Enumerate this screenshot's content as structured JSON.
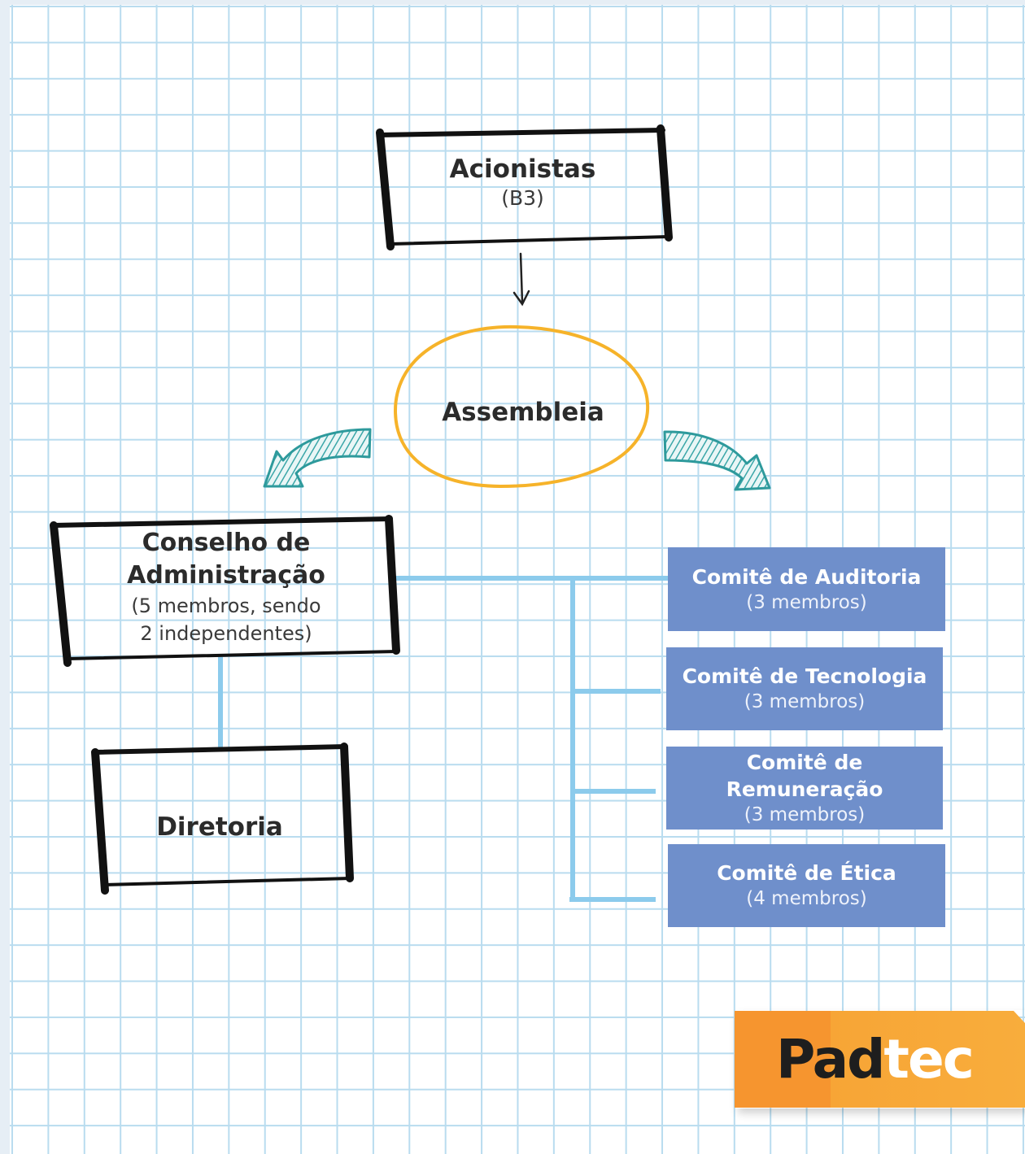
{
  "nodes": {
    "acionistas": {
      "title": "Acionistas",
      "subtitle": "(B3)"
    },
    "assembleia": {
      "title": "Assembleia"
    },
    "conselho": {
      "title_line1": "Conselho de",
      "title_line2": "Administração",
      "subtitle_line1": "(5 membros, sendo",
      "subtitle_line2": "2 independentes)"
    },
    "diretoria": {
      "title": "Diretoria"
    }
  },
  "committees": [
    {
      "title": "Comitê de Auditoria",
      "members": "(3 membros)"
    },
    {
      "title": "Comitê de Tecnologia",
      "members": "(3 membros)"
    },
    {
      "title": "Comitê de Remuneração",
      "members": "(3 membros)"
    },
    {
      "title": "Comitê de Ética",
      "members": "(4 membros)"
    }
  ],
  "logo": {
    "part1": "Pad",
    "part2": "tec"
  },
  "colors": {
    "committee_fill": "#6f8fcb",
    "connector": "#8ccbec",
    "assembleia_outline": "#f6b32a",
    "arrow_teal": "#3aa6a8",
    "logo_orange": "#f7a536"
  }
}
